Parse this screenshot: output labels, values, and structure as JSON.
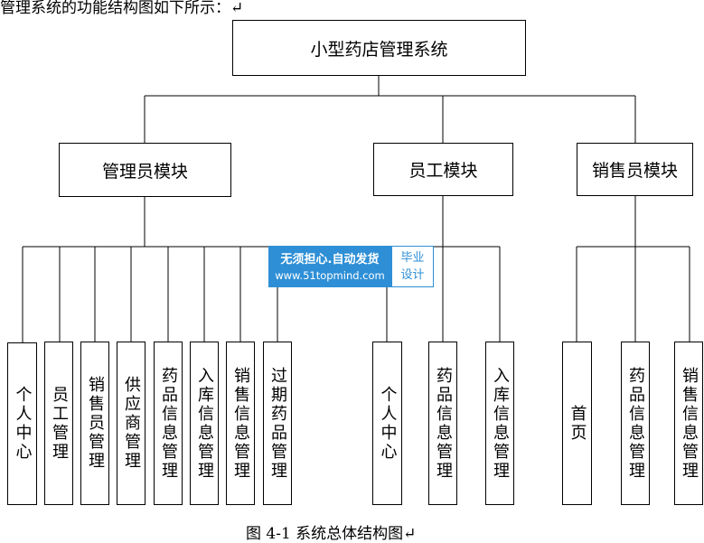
{
  "intro_text": "管理系统的功能结构图如下所示：↵",
  "root": "小型药店管理系统",
  "modules": [
    "管理员模块",
    "员工模块",
    "销售员模块"
  ],
  "admin_leaves": [
    "个人中心",
    "员工管理",
    "销售员管理",
    "供应商管理",
    "药品信息管理",
    "入库信息管理",
    "销售信息管理",
    "过期药品管理"
  ],
  "staff_leaves": [
    "个人中心",
    "药品信息管理",
    "入库信息管理"
  ],
  "sales_leaves": [
    "首页",
    "药品信息管理",
    "销售信息管理"
  ],
  "watermark": {
    "line1": "无须担心.自动发货",
    "line2": "www.51topmind.com",
    "badge_line1": "毕业",
    "badge_line2": "设计"
  },
  "caption": "图 4-1  系统总体结构图↵"
}
